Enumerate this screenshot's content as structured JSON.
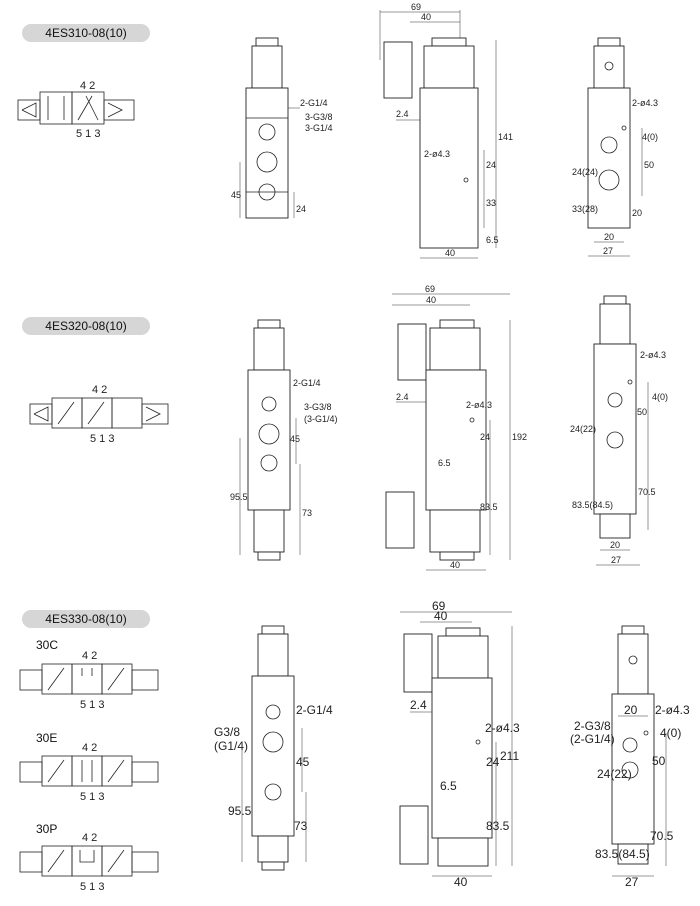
{
  "models": [
    {
      "title": "4ES310-08(10)",
      "symbol": {
        "port_top": "4 2",
        "port_bottom": "5 1 3"
      },
      "front": {
        "port_a": "2-G1/4",
        "port_b": "3-G3/8",
        "port_c": "3-G1/4",
        "dim_h": "45",
        "dim_v": "24"
      },
      "side": {
        "w_total": "69",
        "w_top": "40",
        "d_24": "2.4",
        "hole": "2-ø4.3",
        "h_total": "141",
        "d_a": "24",
        "d_b": "33",
        "d_c": "6.5",
        "w_bottom": "40"
      },
      "rear": {
        "hole": "2-ø4.3",
        "d_4": "4(0)",
        "d_50": "50",
        "d_24": "24(24)",
        "d_33": "33(28)",
        "d_20v": "20",
        "w_20": "20",
        "w_27": "27"
      }
    },
    {
      "title": "4ES320-08(10)",
      "symbol": {
        "port_top": "4 2",
        "port_bottom": "5 1 3"
      },
      "front": {
        "port_a": "2-G1/4",
        "port_b": "3-G3/8",
        "port_c": "(3-G1/4)",
        "dim_45": "45",
        "dim_95": "95.5",
        "dim_73": "73"
      },
      "side": {
        "w_total": "69",
        "w_top": "40",
        "d_24": "2.4",
        "hole": "2-ø4.3",
        "h_total": "192",
        "d_a": "24",
        "d_c": "6.5",
        "d_83": "83.5",
        "w_bottom": "40"
      },
      "rear": {
        "hole": "2-ø4.3",
        "d_4": "4(0)",
        "d_50": "50",
        "d_24": "24(22)",
        "d_83": "83.5(84.5)",
        "d_70": "70.5",
        "w_20": "20",
        "w_27": "27"
      }
    },
    {
      "title": "4ES330-08(10)",
      "variants": [
        {
          "label": "30C",
          "port_top": "4 2",
          "port_bottom": "5 1 3"
        },
        {
          "label": "30E",
          "port_top": "4 2",
          "port_bottom": "5 1 3"
        },
        {
          "label": "30P",
          "port_top": "4 2",
          "port_bottom": "5 1 3"
        }
      ],
      "front": {
        "port_a": "2-G1/4",
        "port_b": "G3/8",
        "port_c": "(G1/4)",
        "dim_45": "45",
        "dim_95": "95.5",
        "dim_73": "73"
      },
      "side": {
        "w_total": "69",
        "w_top": "40",
        "d_24": "2.4",
        "hole": "2-ø4.3",
        "h_total": "211",
        "d_a": "24",
        "d_c": "6.5",
        "d_83": "83.5",
        "w_bottom": "40"
      },
      "rear": {
        "port": "2-G3/8",
        "port2": "(2-G1/4)",
        "hole": "2-ø4.3",
        "d_4": "4(0)",
        "w_20top": "20",
        "d_50": "50",
        "d_24": "24(22)",
        "d_83": "83.5(84.5)",
        "d_70": "70.5",
        "w_27": "27"
      }
    }
  ]
}
